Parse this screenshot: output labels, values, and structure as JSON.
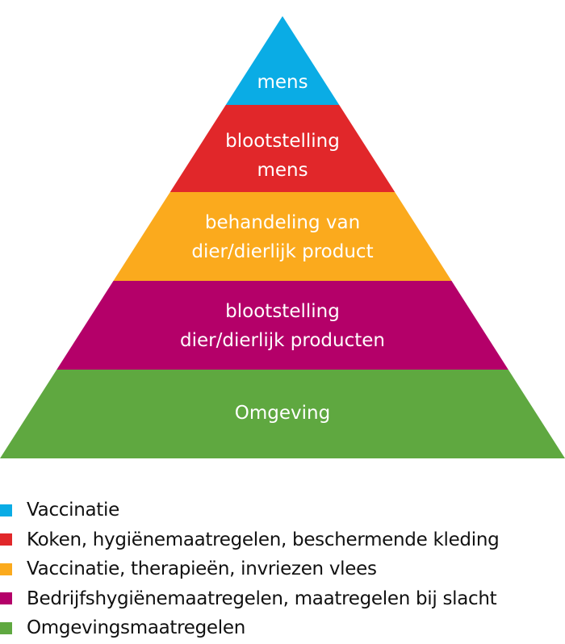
{
  "pyramid": {
    "levels": [
      {
        "lines": [
          "mens"
        ],
        "color": "#0AACE5"
      },
      {
        "lines": [
          "blootstelling",
          "mens"
        ],
        "color": "#E1272A"
      },
      {
        "lines": [
          "behandeling van",
          "dier/dierlijk product"
        ],
        "color": "#FBAA1D"
      },
      {
        "lines": [
          "blootstelling",
          "dier/dierlijk producten"
        ],
        "color": "#B40069"
      },
      {
        "lines": [
          "Omgeving"
        ],
        "color": "#5FA840"
      }
    ]
  },
  "legend": [
    {
      "label": "Vaccinatie",
      "color": "#0AACE5"
    },
    {
      "label": "Koken, hygiënemaatregelen, beschermende kleding",
      "color": "#E1272A"
    },
    {
      "label": "Vaccinatie, therapieën, invriezen vlees",
      "color": "#FBAA1D"
    },
    {
      "label": "Bedrijfshygiënemaatregelen, maatregelen bij slacht",
      "color": "#B40069"
    },
    {
      "label": "Omgevingsmaatregelen",
      "color": "#5FA840"
    }
  ]
}
